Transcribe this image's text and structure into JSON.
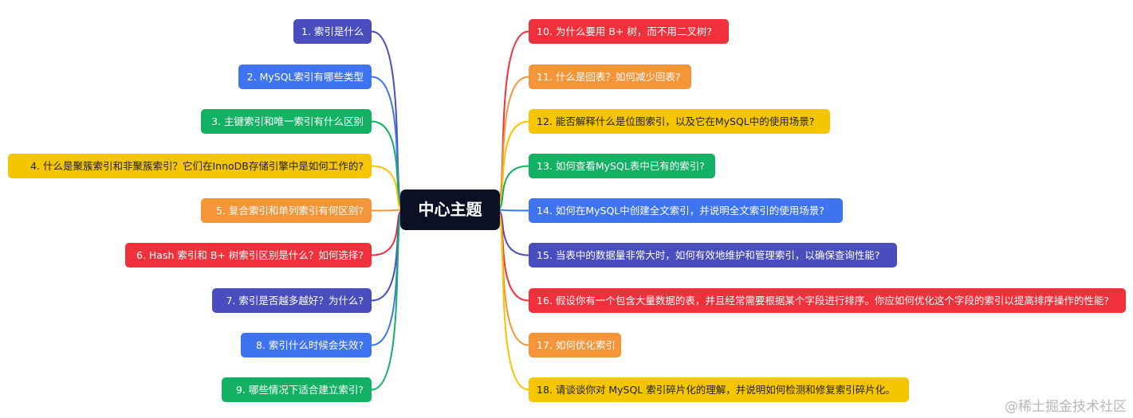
{
  "center": {
    "title": "中心主题"
  },
  "left_nodes": [
    {
      "label": "1. 索引是什么",
      "color": "#4a4dbd"
    },
    {
      "label": "2. MySQL索引有哪些类型",
      "color": "#3f74f0"
    },
    {
      "label": "3. 主键索引和唯一索引有什么区别",
      "color": "#12b163"
    },
    {
      "label": "4. 什么是聚簇索引和非聚簇索引？它们在InnoDB存储引擎中是如何工作的?",
      "color": "#f5c500"
    },
    {
      "label": "5. 复合索引和单列索引有何区别?",
      "color": "#f5953a"
    },
    {
      "label": "6. Hash 索引和 B+ 树索引区别是什么？如何选择?",
      "color": "#f0303b"
    },
    {
      "label": "7. 索引是否越多越好？为什么?",
      "color": "#4a4dbd"
    },
    {
      "label": "8. 索引什么时候会失效?",
      "color": "#3f74f0"
    },
    {
      "label": "9. 哪些情况下适合建立索引?",
      "color": "#12b163"
    }
  ],
  "right_nodes": [
    {
      "label": "10. 为什么要用 B+ 树，而不用二叉树?",
      "color": "#f0303b"
    },
    {
      "label": "11. 什么是回表？如何减少回表?",
      "color": "#f5953a"
    },
    {
      "label": "12. 能否解释什么是位图索引，以及它在MySQL中的使用场景?",
      "color": "#f5c500"
    },
    {
      "label": "13. 如何查看MySQL表中已有的索引?",
      "color": "#12b163"
    },
    {
      "label": "14. 如何在MySQL中创建全文索引，并说明全文索引的使用场景?",
      "color": "#3f74f0"
    },
    {
      "label": "15. 当表中的数据量非常大时，如何有效地维护和管理索引，以确保查询性能?",
      "color": "#4a4dbd"
    },
    {
      "label": "16. 假设你有一个包含大量数据的表，并且经常需要根据某个字段进行排序。你应如何优化这个字段的索引以提高排序操作的性能?",
      "color": "#f0303b"
    },
    {
      "label": "17. 如何优化索引",
      "color": "#f5953a"
    },
    {
      "label": "18. 请谈谈你对 MySQL 索引碎片化的理解，并说明如何检测和修复索引碎片化。",
      "color": "#f5c500"
    }
  ],
  "watermark": "@稀土掘金技术社区"
}
